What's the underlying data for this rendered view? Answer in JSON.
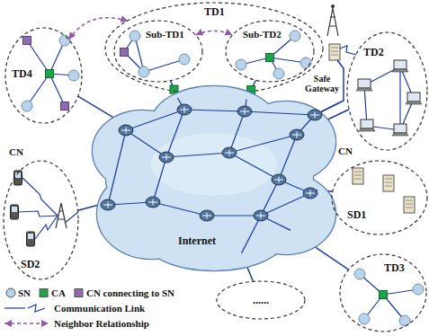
{
  "diagram": {
    "nodes": [
      {
        "text": [
          "TD4"
        ]
      },
      {
        "text": [
          "TD1"
        ]
      },
      {
        "text": [
          "Sub-TD1"
        ],
        "in": 1
      },
      {
        "text": [
          "Sub-TD2"
        ],
        "in": 1
      },
      {
        "text": [
          "TD2"
        ]
      },
      {
        "text": [
          "Internet"
        ]
      },
      {
        "text": [
          "SD2"
        ]
      },
      {
        "text": [
          "SD1"
        ]
      },
      {
        "text": [
          "TD3"
        ]
      },
      {
        "text": [
          "......"
        ]
      }
    ],
    "edges": [
      {
        "from": 0,
        "to": 1,
        "arrow": "both"
      },
      {
        "from": 2,
        "to": 3,
        "arrow": "both"
      },
      {
        "from": 5,
        "to": 0,
        "arrow": "none"
      },
      {
        "from": 5,
        "to": 2,
        "arrow": "none"
      },
      {
        "from": 5,
        "to": 3,
        "arrow": "none"
      },
      {
        "from": 5,
        "to": 4,
        "arrow": "none"
      },
      {
        "from": 5,
        "to": 6,
        "arrow": "none"
      },
      {
        "from": 5,
        "to": 7,
        "arrow": "none"
      },
      {
        "from": 5,
        "to": 8,
        "arrow": "none"
      },
      {
        "from": 5,
        "to": 9,
        "arrow": "none"
      }
    ],
    "labels": [
      "Safe Gateway",
      "CN",
      "CN"
    ],
    "legend": [
      {
        "text": "SN",
        "color": "#b9d3ea"
      },
      {
        "text": "CA",
        "color": "#1ea44b"
      },
      {
        "text": "CN connecting to SN",
        "color": "#8e6aae"
      },
      {
        "text": "Communication Link"
      },
      {
        "text": "Neighbor Relationship"
      }
    ]
  }
}
